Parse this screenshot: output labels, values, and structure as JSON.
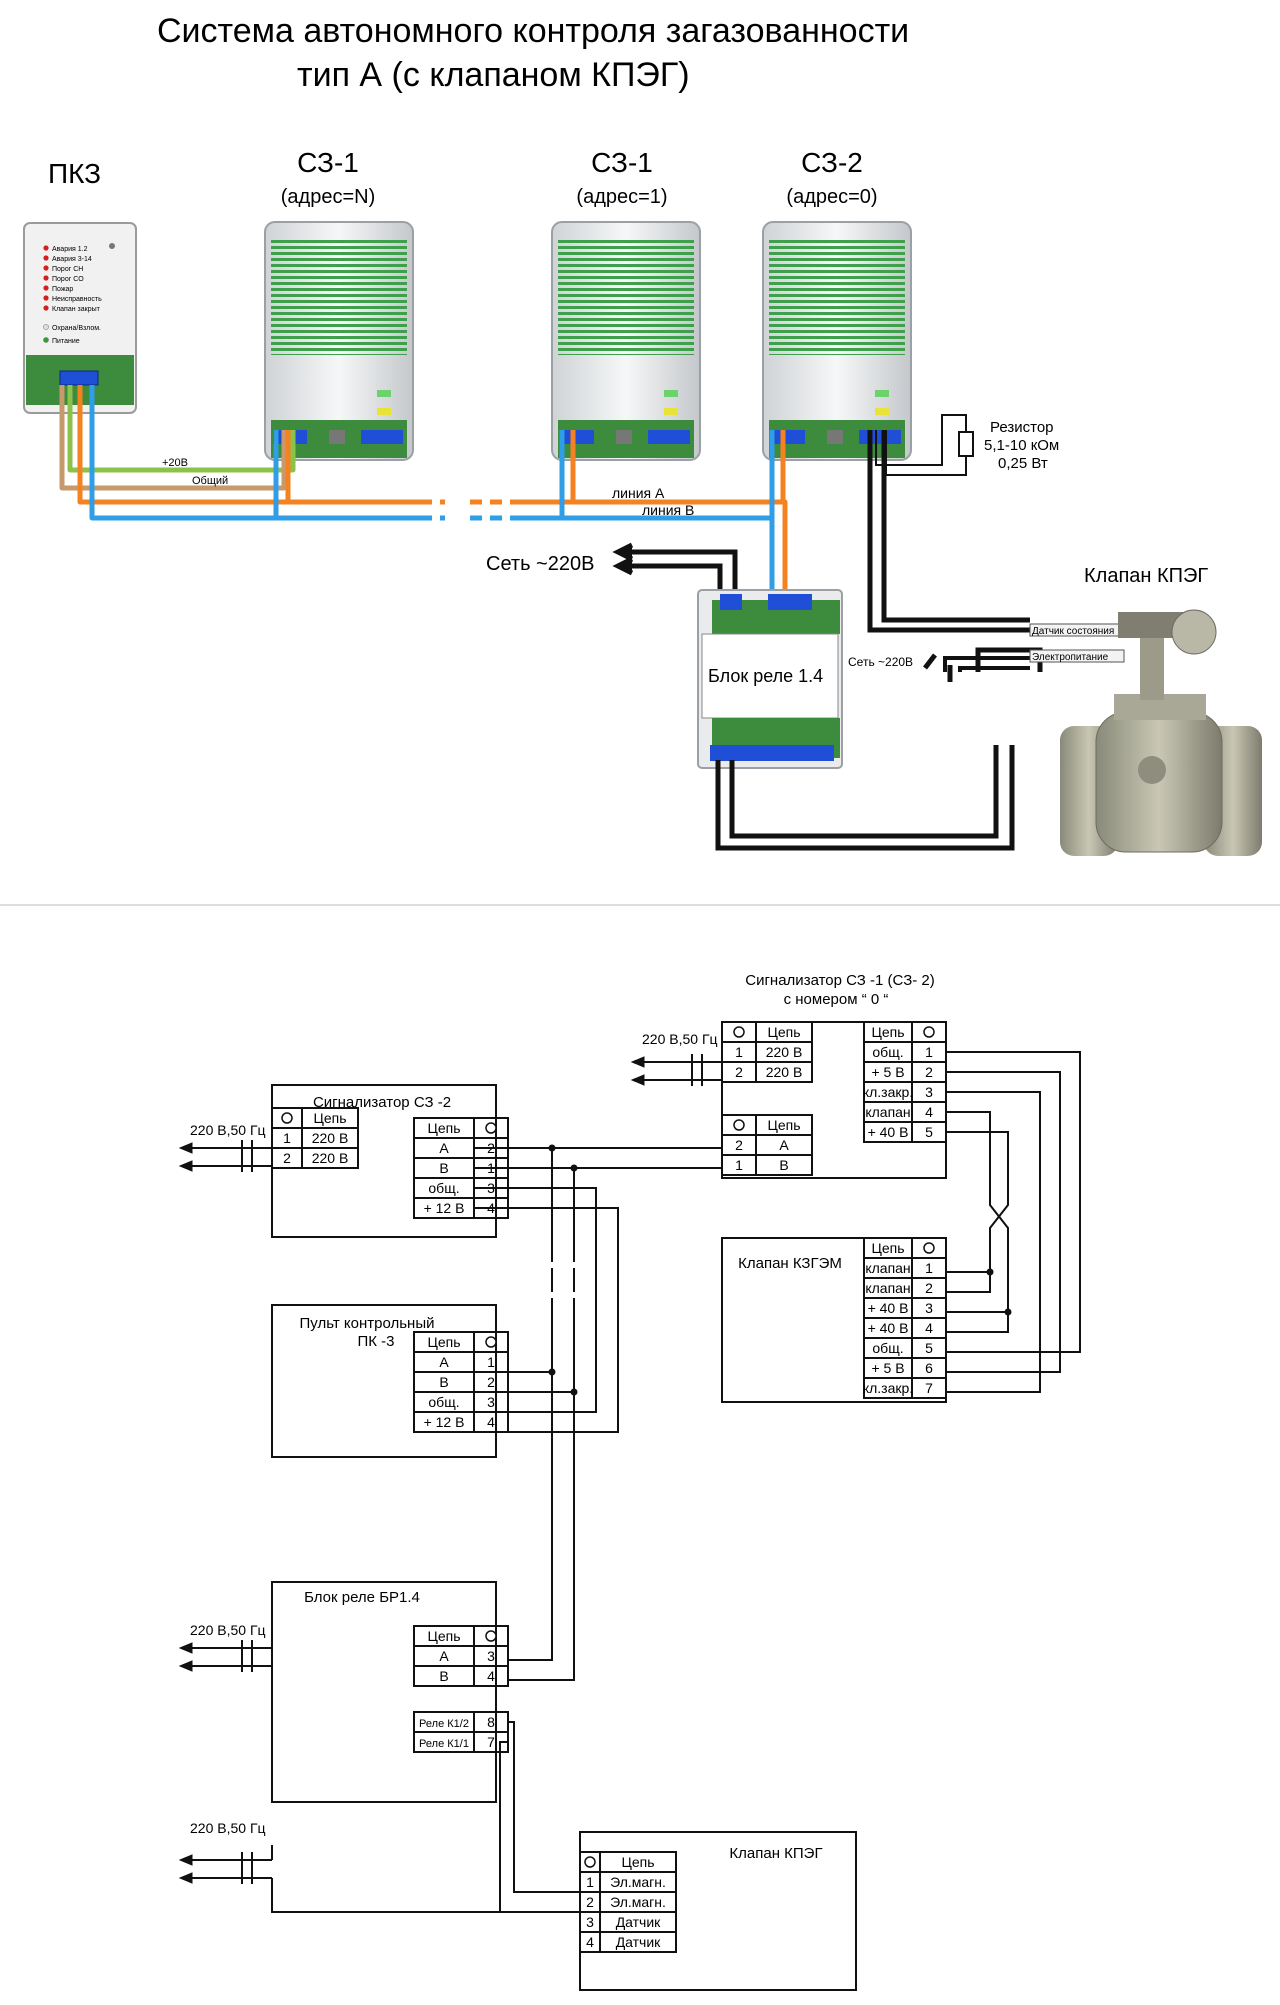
{
  "title": {
    "line1": "Система автономного контроля загазованности",
    "line2": "тип А (с клапаном КПЭГ)"
  },
  "panel": {
    "name": "ПКЗ",
    "leds": [
      "Авария 1.2",
      "Авария 3-14",
      "Порог CH",
      "Порог CO",
      "Пожар",
      "Неисправность",
      "Клапан закрыт"
    ],
    "extra_leds": [
      "Охрана/Взлом.",
      "Питание"
    ]
  },
  "sensors": [
    {
      "name": "СЗ-1",
      "addr": "(адрес=N)"
    },
    {
      "name": "СЗ-1",
      "addr": "(адрес=1)"
    },
    {
      "name": "СЗ-2",
      "addr": "(адрес=0)"
    }
  ],
  "wires": {
    "plus20": "+20В",
    "common": "Общий",
    "line_a": "линия А",
    "line_b": "линия В"
  },
  "mains": "Сеть ~220В",
  "mains_small": "Сеть ~220В",
  "relay_block": "Блок реле 1.4",
  "resistor": [
    "Резистор",
    "5,1-10 кОм",
    "0,25 Вт"
  ],
  "valve_photo": {
    "title": "Клапан КПЭГ",
    "sensor_label": "Датчик состояния",
    "power_label": "Электропитание"
  },
  "schematic": {
    "power_label": "220 В,50 Гц",
    "chain": "Цепь",
    "sz1": {
      "title1": "Сигнализатор СЗ -1 (СЗ- 2)",
      "title2": "с номером “ 0 “",
      "pwr": [
        [
          "1",
          "220 В"
        ],
        [
          "2",
          "220 В"
        ]
      ],
      "right": [
        [
          "общ.",
          "1"
        ],
        [
          "+ 5 В",
          "2"
        ],
        [
          "кл.закр.",
          "3"
        ],
        [
          "клапан",
          "4"
        ],
        [
          "+ 40 В",
          "5"
        ]
      ],
      "left": [
        [
          "2",
          "А"
        ],
        [
          "1",
          "В"
        ]
      ]
    },
    "sz2": {
      "title": "Сигнализатор СЗ -2",
      "pwr": [
        [
          "1",
          "220 В"
        ],
        [
          "2",
          "220 В"
        ]
      ],
      "right": [
        [
          "А",
          "2"
        ],
        [
          "В",
          "1"
        ],
        [
          "общ.",
          "3"
        ],
        [
          "+ 12 В",
          "4"
        ]
      ]
    },
    "kzgem": {
      "title": "Клапан КЗГЭМ",
      "rows": [
        [
          "клапан",
          "1"
        ],
        [
          "клапан",
          "2"
        ],
        [
          "+ 40 В",
          "3"
        ],
        [
          "+ 40 В",
          "4"
        ],
        [
          "общ.",
          "5"
        ],
        [
          "+ 5 В",
          "6"
        ],
        [
          "кл.закр.",
          "7"
        ]
      ]
    },
    "pk3": {
      "title1": "Пульт контрольный",
      "title2": "ПК -3",
      "rows": [
        [
          "А",
          "1"
        ],
        [
          "В",
          "2"
        ],
        [
          "общ.",
          "3"
        ],
        [
          "+ 12 В",
          "4"
        ]
      ]
    },
    "br": {
      "title": "Блок реле БР1.4",
      "rows": [
        [
          "А",
          "3"
        ],
        [
          "В",
          "4"
        ]
      ],
      "relays": [
        [
          "Реле К1/2",
          "8"
        ],
        [
          "Реле К1/1",
          "7"
        ]
      ]
    },
    "kpeg": {
      "title": "Клапан КПЭГ",
      "rows": [
        [
          "1",
          "Эл.магн."
        ],
        [
          "2",
          "Эл.магн."
        ],
        [
          "3",
          "Датчик"
        ],
        [
          "4",
          "Датчик"
        ]
      ]
    }
  }
}
